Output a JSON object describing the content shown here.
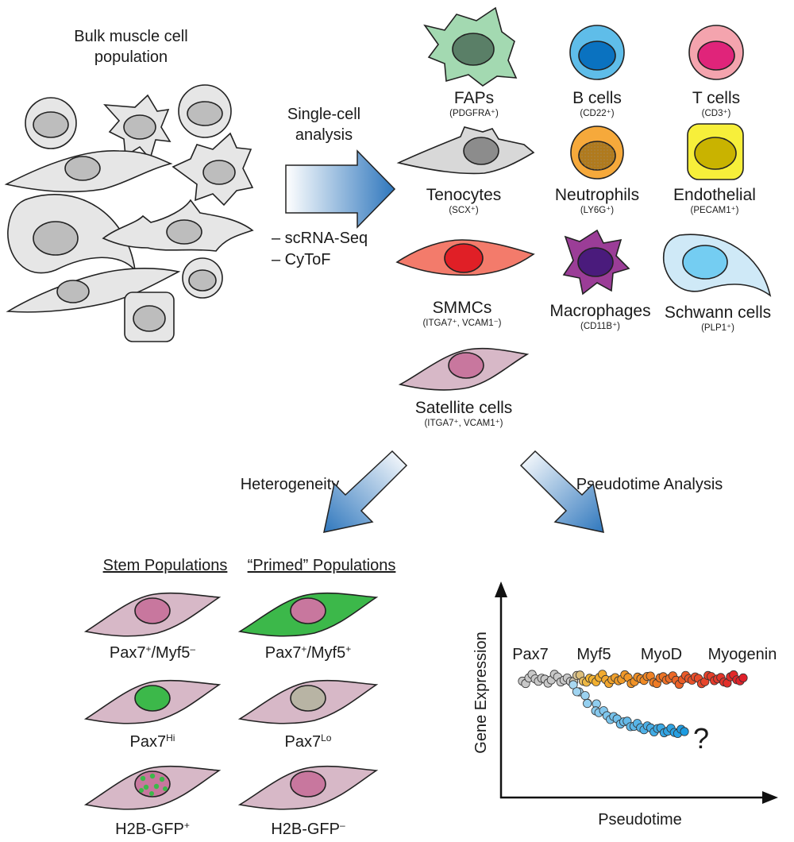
{
  "bulk": {
    "title_line1": "Bulk muscle cell",
    "title_line2": "population"
  },
  "analysis": {
    "line1": "Single-cell",
    "line2": "analysis",
    "method1": "– scRNA-Seq",
    "method2": "– CyToF"
  },
  "cell_types": [
    {
      "name": "FAPs",
      "marker": "(PDGFRA⁺)",
      "color": "#a3d9b1",
      "nucleus_color": "#5a7f67"
    },
    {
      "name": "B cells",
      "marker": "(CD22⁺)",
      "color": "#5fbde9",
      "nucleus_color": "#0a72c0"
    },
    {
      "name": "T cells",
      "marker": "(CD3⁺)",
      "color": "#f4a4ae",
      "nucleus_color": "#e0247a"
    },
    {
      "name": "Tenocytes",
      "marker": "(SCX⁺)",
      "color": "#d8d8d8",
      "nucleus_color": "#8c8c8c"
    },
    {
      "name": "Neutrophils",
      "marker": "(LY6G⁺)",
      "color": "#f6a93b",
      "nucleus_color": "#b07a1d"
    },
    {
      "name": "Endothelial",
      "marker": "(PECAM1⁺)",
      "color": "#f7ef3a",
      "nucleus_color": "#c9b300"
    },
    {
      "name": "SMMCs",
      "marker": "(ITGA7⁺, VCAM1⁻)",
      "color": "#f37b6b",
      "nucleus_color": "#e01f26"
    },
    {
      "name": "Macrophages",
      "marker": "(CD11B⁺)",
      "color": "#9b3d97",
      "nucleus_color": "#4a1b7c"
    },
    {
      "name": "Schwann cells",
      "marker": "(PLP1⁺)",
      "color": "#cfe9f7",
      "nucleus_color": "#74cdf2"
    },
    {
      "name": "Satellite cells",
      "marker": "(ITGA7⁺, VCAM1⁺)",
      "color": "#d7b8c7",
      "nucleus_color": "#c8779e"
    }
  ],
  "branches": {
    "left": "Heterogeneity",
    "right": "Pseudotime Analysis"
  },
  "populations": {
    "stem_header": "Stem Populations",
    "primed_header": "“Primed” Populations",
    "stem": [
      {
        "base": "Pax7",
        "sup": "+",
        "tail": "/Myf5",
        "sup2": "–"
      },
      {
        "base": "Pax7",
        "sup": "Hi",
        "tail": "",
        "sup2": ""
      },
      {
        "base": "H2B-GFP",
        "sup": "+",
        "tail": "",
        "sup2": ""
      }
    ],
    "primed": [
      {
        "base": "Pax7",
        "sup": "+",
        "tail": "/Myf5",
        "sup2": "+"
      },
      {
        "base": "Pax7",
        "sup": "Lo",
        "tail": "",
        "sup2": ""
      },
      {
        "base": "H2B-GFP",
        "sup": "–",
        "tail": "",
        "sup2": ""
      }
    ]
  },
  "chart": {
    "ylabel": "Gene Expression",
    "xlabel": "Pseudotime",
    "genes": [
      "Pax7",
      "Myf5",
      "MyoD",
      "Myogenin"
    ],
    "question": "?"
  },
  "colors": {
    "cell_fill": "#e6e6e6",
    "nucleus_fill": "#bdbdbd",
    "satellite_fill": "#d7b8c7",
    "satellite_nucleus": "#c8779e",
    "primed_green": "#3cb84a",
    "arrow_blue": "#2f77bd",
    "branch_blue": "#a6cbe8"
  }
}
